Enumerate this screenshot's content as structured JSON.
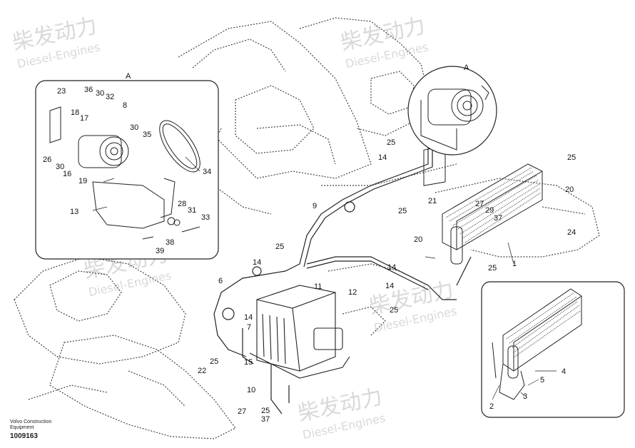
{
  "watermark": {
    "cn": "柴发动力",
    "en": "Diesel-Engines"
  },
  "footer": {
    "brand_line1": "Volvo Construction",
    "brand_line2": "Equipment",
    "drawing_number": "1009163"
  },
  "detail": {
    "inset_label": "A",
    "callout_label": "A"
  },
  "labels": {
    "inset_a": [
      "23",
      "36",
      "30",
      "32",
      "8",
      "18",
      "17",
      "30",
      "35",
      "26",
      "30",
      "16",
      "34",
      "19",
      "13",
      "28",
      "31",
      "33",
      "38",
      "39"
    ],
    "main": [
      "25",
      "14",
      "25",
      "21",
      "9",
      "25",
      "20",
      "24",
      "27",
      "29",
      "37",
      "20",
      "25",
      "25",
      "1",
      "6",
      "14",
      "11",
      "12",
      "14",
      "14",
      "25",
      "14",
      "7",
      "25",
      "22",
      "15",
      "10",
      "27",
      "25",
      "37"
    ],
    "inset_1": [
      "4",
      "5",
      "3",
      "2"
    ]
  }
}
